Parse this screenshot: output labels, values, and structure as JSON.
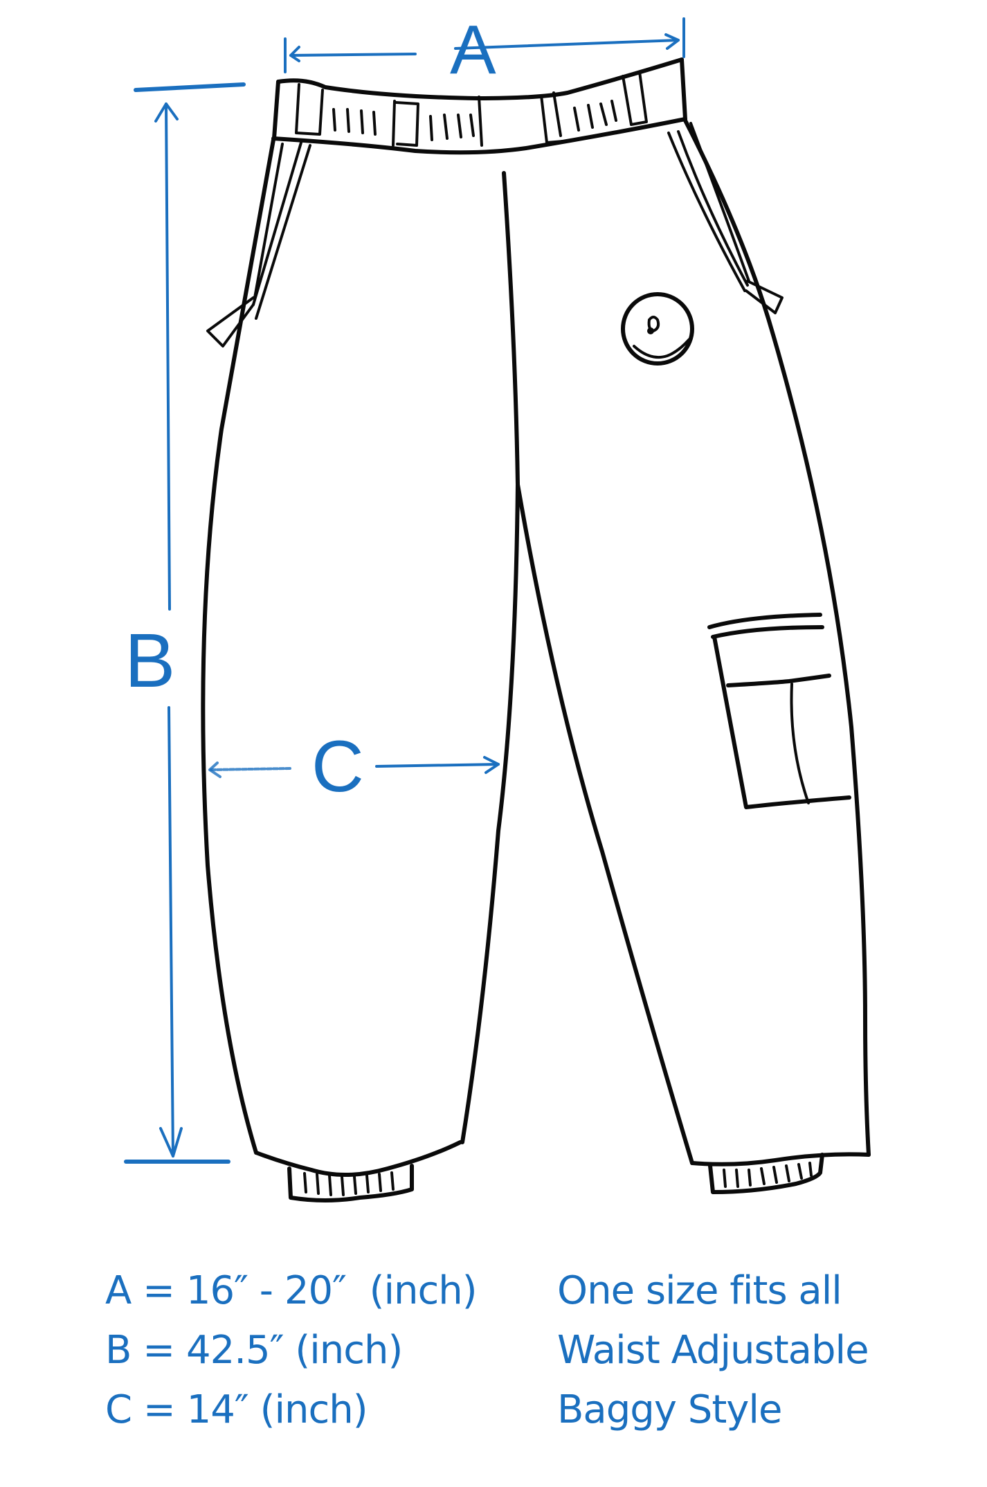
{
  "diagram": {
    "subject": "Baggy cargo pants with adjustable waistband",
    "dimension_labels": {
      "A": "A",
      "B": "B",
      "C": "C"
    },
    "dimension_meaning": {
      "A": "waist width",
      "B": "total length",
      "C": "leg width"
    }
  },
  "measurements": [
    {
      "label": "A",
      "text": "A = 16″ - 20″  (inch)"
    },
    {
      "label": "B",
      "text": "B = 42.5″ (inch)"
    },
    {
      "label": "C",
      "text": "C = 14″ (inch)"
    }
  ],
  "features": [
    {
      "text": "One size fits all"
    },
    {
      "text": "Waist Adjustable"
    },
    {
      "text": "Baggy Style"
    }
  ],
  "colors": {
    "accent_blue": "#1a6fbf",
    "ink": "#0a0a0a",
    "background": "#ffffff"
  }
}
